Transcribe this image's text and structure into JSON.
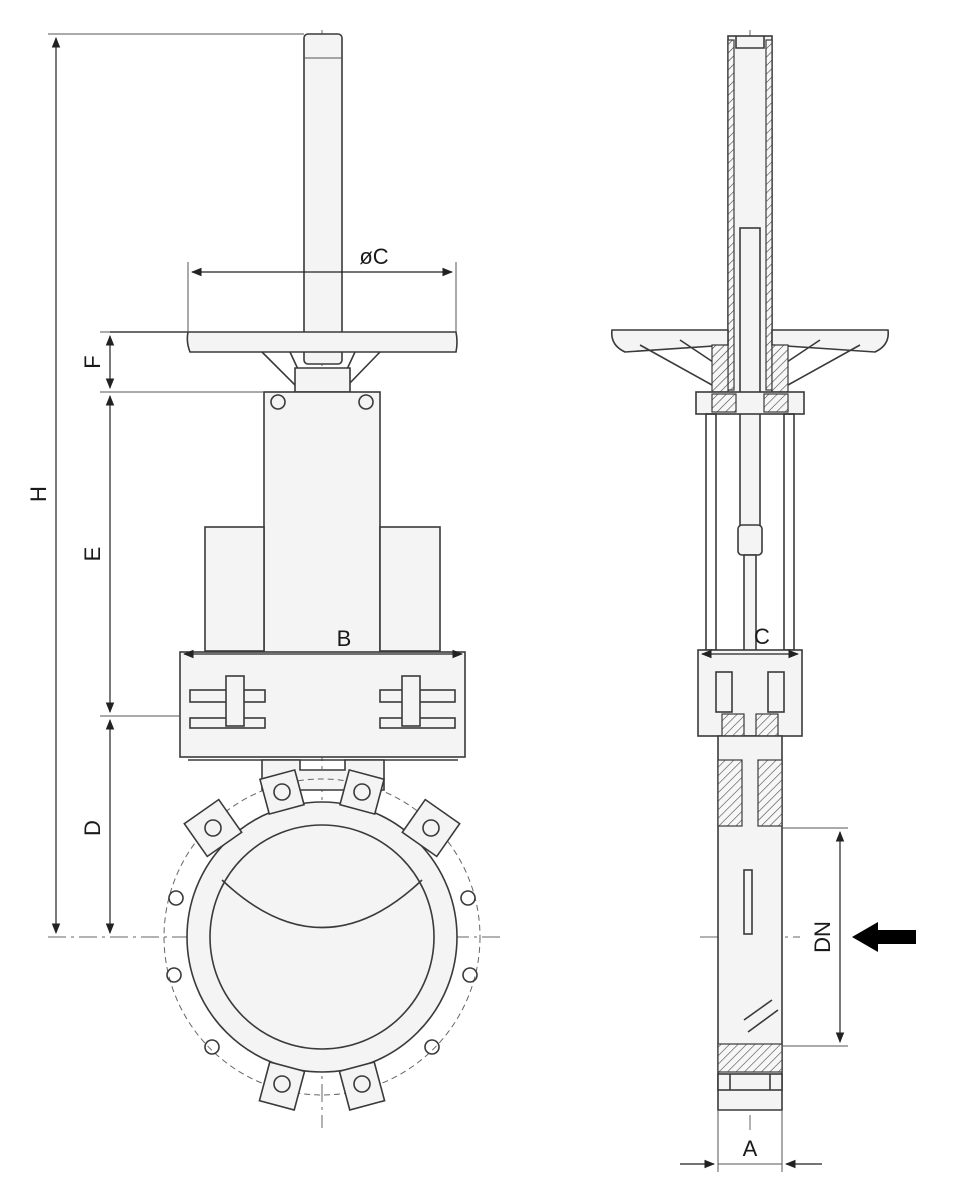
{
  "labels": {
    "H": "H",
    "F": "F",
    "E": "E",
    "D": "D",
    "B": "B",
    "oC": "øC",
    "C": "C",
    "DN": "DN",
    "A": "A"
  },
  "colors": {
    "line": "#3a3a3a",
    "fill": "#f4f4f4",
    "arrow": "#000000"
  },
  "icons": {
    "flow_arrow": "flow-direction-arrow-icon"
  }
}
